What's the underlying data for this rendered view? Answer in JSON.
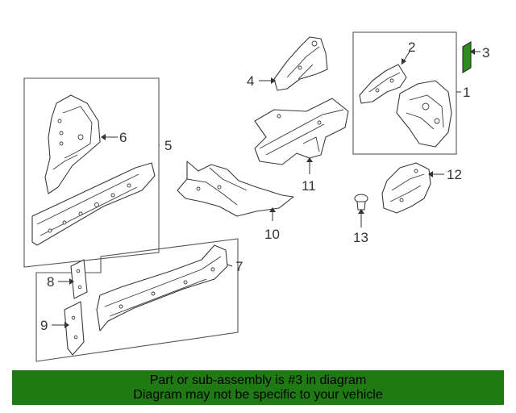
{
  "callouts": {
    "c1": "1",
    "c2": "2",
    "c3": "3",
    "c4": "4",
    "c5": "5",
    "c6": "6",
    "c7": "7",
    "c8": "8",
    "c9": "9",
    "c10": "10",
    "c11": "11",
    "c12": "12",
    "c13": "13"
  },
  "highlight_part": "3",
  "colors": {
    "banner_bg": "#1f7a14",
    "highlight_fill": "#2e8b1e",
    "line": "#3a3a3a"
  },
  "banner": {
    "line1": "Part or sub-assembly is #3 in diagram",
    "line2": "Diagram may not be specific to your vehicle"
  }
}
